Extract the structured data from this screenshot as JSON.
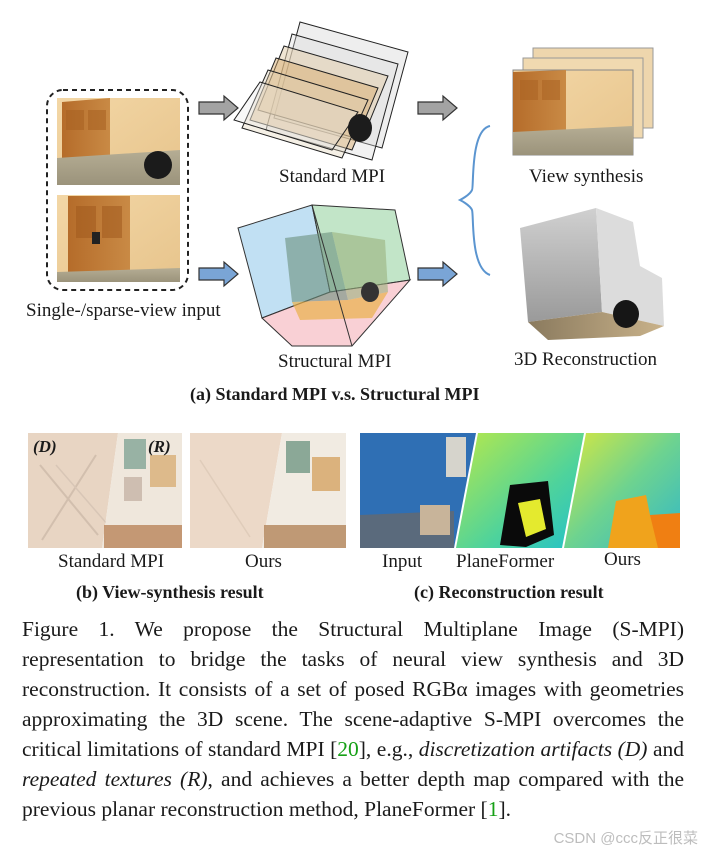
{
  "panel_a": {
    "input_label": "Single-/sparse-view input",
    "standard_mpi_label": "Standard MPI",
    "structural_mpi_label": "Structural MPI",
    "view_synthesis_label": "View synthesis",
    "reconstruction_label": "3D Reconstruction",
    "subtitle": "(a) Standard MPI v.s. Structural MPI"
  },
  "panel_b": {
    "tag_d": "(D)",
    "tag_r": "(R)",
    "label_standard": "Standard MPI",
    "label_ours": "Ours",
    "subtitle": "(b) View-synthesis result"
  },
  "panel_c": {
    "label_input": "Input",
    "label_planeformer": "PlaneFormer",
    "label_ours": "Ours",
    "subtitle": "(c) Reconstruction result"
  },
  "caption": {
    "part1": "Figure 1.  We propose the Structural Multiplane Image (S-MPI) representation to bridge the tasks of neural view synthesis and 3D reconstruction. It consists of a set of posed RGBα images with geometries approximating the 3D scene. The scene-adaptive S-MPI overcomes the critical limitations of standard MPI [",
    "cite1": "20",
    "part2": "], e.g., ",
    "em1": "discretization artifacts (D)",
    "part3": " and ",
    "em2": "repeated textures (R)",
    "part4": ", and achieves a better depth map compared with the previous planar reconstruction method, PlaneFormer [",
    "cite2": "1",
    "part5": "]."
  },
  "watermark": "CSDN @ccc反正很菜"
}
